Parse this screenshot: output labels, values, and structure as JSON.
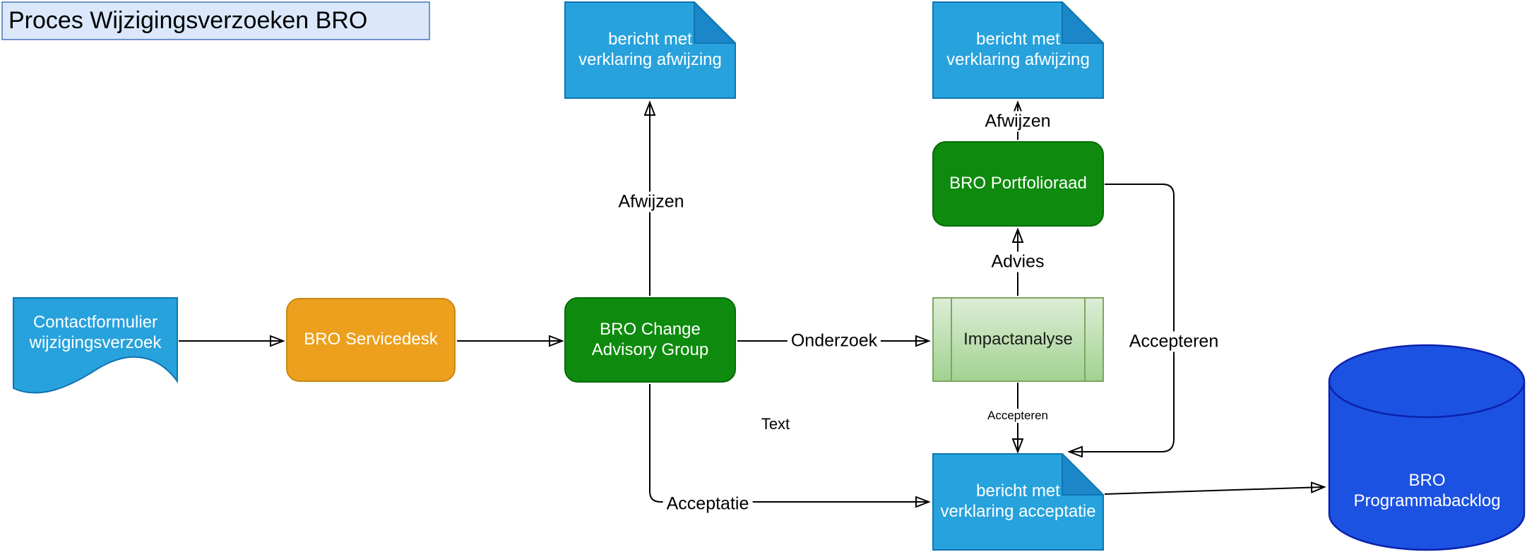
{
  "title": {
    "label": "Proces Wijzigingsverzoeken BRO"
  },
  "nodes": {
    "contact_doc": {
      "label": "Contactformulier\nwijzigingsverzoek",
      "type": "document"
    },
    "servicedesk": {
      "label": "BRO Servicedesk",
      "type": "rounded-rect"
    },
    "cag": {
      "label": "BRO Change\nAdvisory Group",
      "type": "rounded-rect"
    },
    "doc_afwijzing_1": {
      "label": "bericht met\nverklaring afwijzing",
      "type": "note"
    },
    "doc_afwijzing_2": {
      "label": "bericht met\nverklaring afwijzing",
      "type": "note"
    },
    "portfolioraad": {
      "label": "BRO Portfolioraad",
      "type": "rounded-rect"
    },
    "impactanalyse": {
      "label": "Impactanalyse",
      "type": "process"
    },
    "doc_acceptatie": {
      "label": "bericht met\nverklaring acceptatie",
      "type": "note"
    },
    "backlog": {
      "label": "BRO\nProgrammabacklog",
      "type": "cylinder"
    }
  },
  "edge_labels": {
    "afwijzen_cag": "Afwijzen",
    "onderzoek": "Onderzoek",
    "advies": "Advies",
    "afwijzen_pf": "Afwijzen",
    "accepteren_loop": "Accepteren",
    "accepteren_impact": "Accepteren",
    "acceptatie": "Acceptatie",
    "text": "Text"
  },
  "colors": {
    "blue_fill": "#27a2dc",
    "blue_stroke": "#0f74b4",
    "blue_fold": "#1b86c8",
    "green_fill": "#0e8b0e",
    "green_stroke": "#0a6a0a",
    "orange_fill": "#eca01d",
    "orange_stroke": "#c98a12",
    "process_fill_top": "#dcedd6",
    "process_fill_bottom": "#a2d291",
    "process_stroke": "#7da661",
    "db_fill": "#1c52e2",
    "db_stroke": "#0b22ad",
    "title_bg": "#dbe8fb",
    "title_border": "#6f93c9",
    "edge_color": "#000000"
  }
}
